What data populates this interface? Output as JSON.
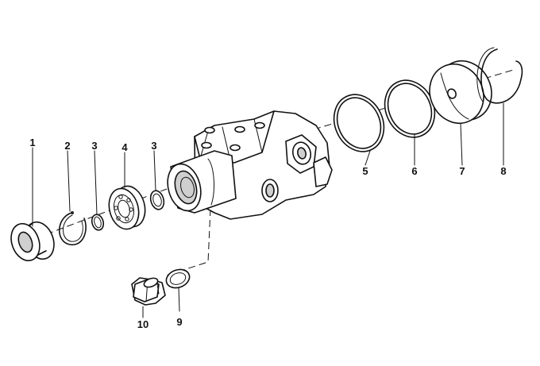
{
  "labels": {
    "p1": "1",
    "p2": "2",
    "p3a": "3",
    "p4": "4",
    "p3b": "3",
    "p5": "5",
    "p6": "6",
    "p7": "7",
    "p8": "8",
    "p9": "9",
    "p10": "10"
  }
}
